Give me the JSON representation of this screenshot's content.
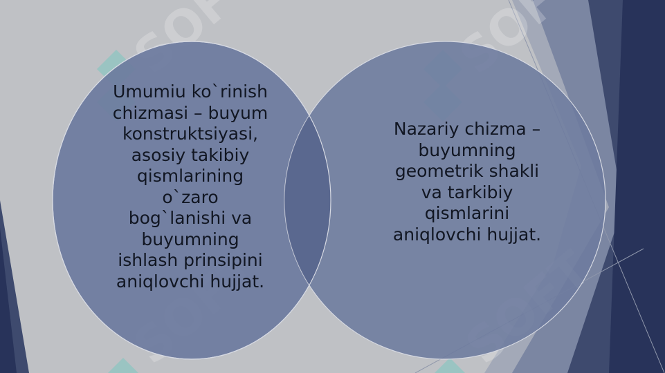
{
  "slide": {
    "left_circle": {
      "lines": [
        "Umumiu ko`rinish",
        "chizmasi – buyum",
        "konstruktsiyasi,",
        "asosiy takibiy",
        "qismlarining",
        "o`zaro",
        "bog`lanishi va",
        "buyumning",
        "ishlash prinsipini",
        "aniqlovchi hujjat."
      ]
    },
    "right_circle": {
      "lines": [
        "Nazariy chizma –",
        "buyumning",
        "geometrik shakli",
        "va tarkibiy",
        "qismlarini",
        "aniqlovchi hujjat."
      ]
    },
    "watermark_text": "SOFT",
    "colors": {
      "background": "#bfc1c5",
      "circle_fill": "#6d7b9e",
      "overlap_fill": "#55628a",
      "dark_panel": "#2a3558",
      "text": "#111622",
      "watermark_accent": "#7cc7c0"
    }
  }
}
